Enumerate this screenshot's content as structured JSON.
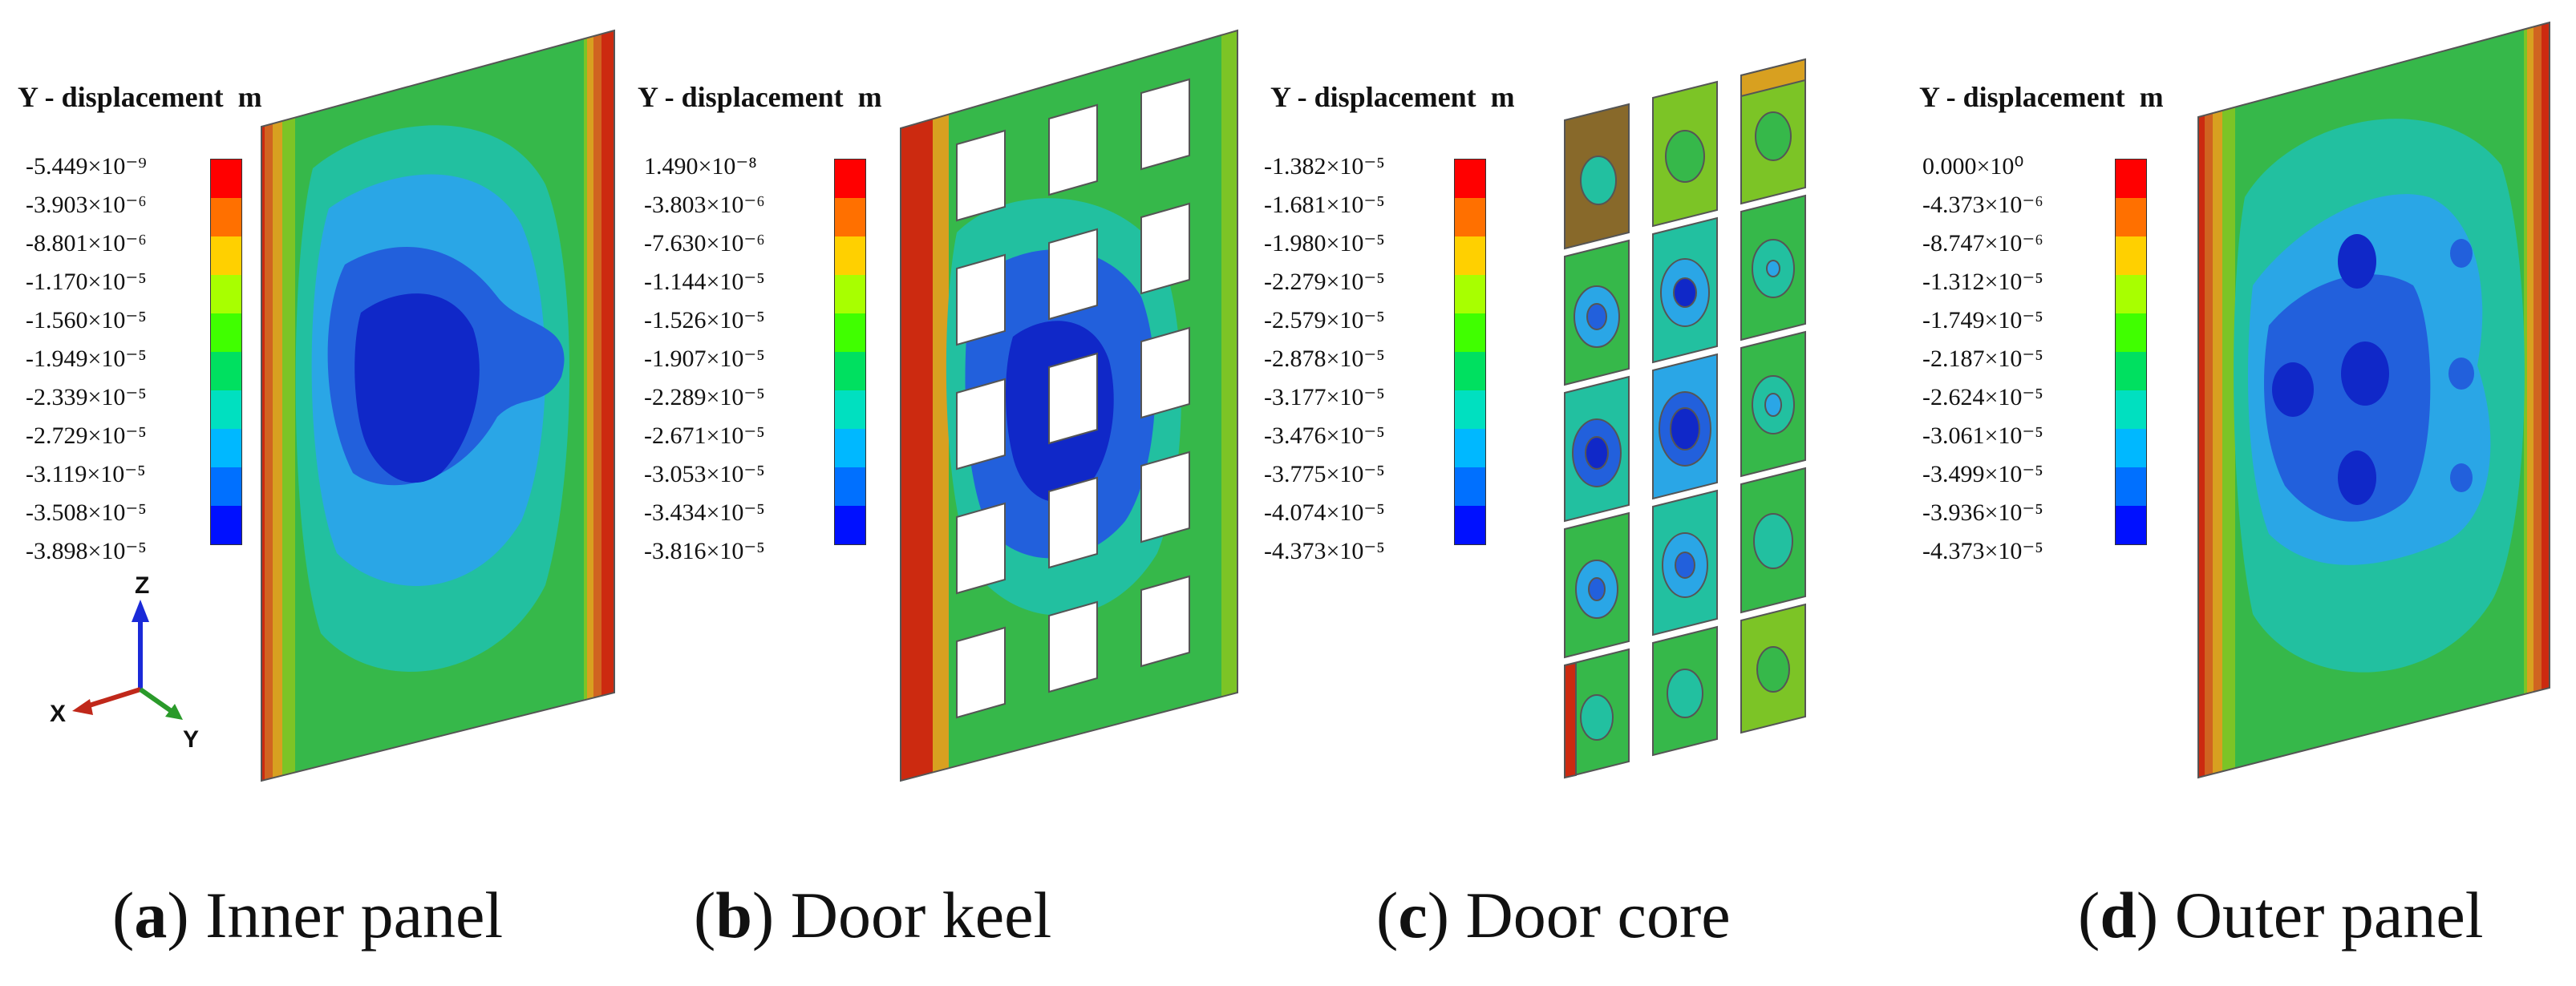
{
  "legend": {
    "title": "Y - displacement",
    "unit": "m"
  },
  "colors": {
    "scale": [
      "#ff0000",
      "#ff7000",
      "#ffd000",
      "#a8ff00",
      "#40ff00",
      "#00e060",
      "#00e0c0",
      "#00b8ff",
      "#0070ff",
      "#0010ff"
    ],
    "contour": [
      "#cc2a10",
      "#d06420",
      "#d8a020",
      "#7cc426",
      "#36b84a",
      "#22c0a0",
      "#2aa6e6",
      "#2260dc",
      "#1028c8"
    ],
    "edge": "#555555"
  },
  "panels": [
    {
      "letter": "a",
      "caption": "Inner panel",
      "values": [
        "-5.449×10⁻⁹",
        "-3.903×10⁻⁶",
        "-8.801×10⁻⁶",
        "-1.170×10⁻⁵",
        "-1.560×10⁻⁵",
        "-1.949×10⁻⁵",
        "-2.339×10⁻⁵",
        "-2.729×10⁻⁵",
        "-3.119×10⁻⁵",
        "-3.508×10⁻⁵",
        "-3.898×10⁻⁵"
      ]
    },
    {
      "letter": "b",
      "caption": "Door keel",
      "values": [
        "1.490×10⁻⁸",
        "-3.803×10⁻⁶",
        "-7.630×10⁻⁶",
        "-1.144×10⁻⁵",
        "-1.526×10⁻⁵",
        "-1.907×10⁻⁵",
        "-2.289×10⁻⁵",
        "-2.671×10⁻⁵",
        "-3.053×10⁻⁵",
        "-3.434×10⁻⁵",
        "-3.816×10⁻⁵"
      ]
    },
    {
      "letter": "c",
      "caption": "Door core",
      "values": [
        "-1.382×10⁻⁵",
        "-1.681×10⁻⁵",
        "-1.980×10⁻⁵",
        "-2.279×10⁻⁵",
        "-2.579×10⁻⁵",
        "-2.878×10⁻⁵",
        "-3.177×10⁻⁵",
        "-3.476×10⁻⁵",
        "-3.775×10⁻⁵",
        "-4.074×10⁻⁵",
        "-4.373×10⁻⁵"
      ]
    },
    {
      "letter": "d",
      "caption": "Outer panel",
      "values": [
        "0.000×10⁰",
        "-4.373×10⁻⁶",
        "-8.747×10⁻⁶",
        "-1.312×10⁻⁵",
        "-1.749×10⁻⁵",
        "-2.187×10⁻⁵",
        "-2.624×10⁻⁵",
        "-3.061×10⁻⁵",
        "-3.499×10⁻⁵",
        "-3.936×10⁻⁵",
        "-4.373×10⁻⁵"
      ]
    }
  ],
  "axes": {
    "z": "Z",
    "x": "X",
    "y": "Y",
    "z_color": "#1a2ad8",
    "x_color": "#c0281a",
    "y_color": "#2a9a2a"
  }
}
